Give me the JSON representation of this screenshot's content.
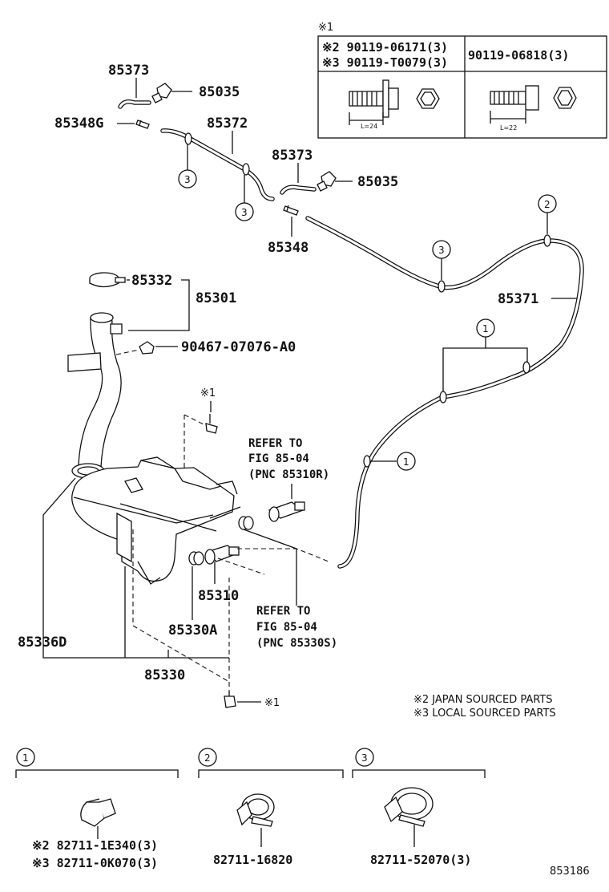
{
  "parts": {
    "p85373_top": "85373",
    "p85035_top": "85035",
    "p85348G": "85348G",
    "p85372": "85372",
    "p85373_mid": "85373",
    "p85035_mid": "85035",
    "p85348": "85348",
    "p85332": "85332",
    "p85301": "85301",
    "p85371": "85371",
    "p90467": "90467-07076-A0",
    "p85310": "85310",
    "p85330A": "85330A",
    "p85336D": "85336D",
    "p85330": "85330"
  },
  "refs": {
    "r1_line1": "REFER TO",
    "r1_line2": "FIG 85-04",
    "r1_line3": "(PNC 85310R)",
    "r2_line1": "REFER TO",
    "r2_line2": "FIG 85-04",
    "r2_line3": "(PNC 85330S)"
  },
  "bolt_table": {
    "marker": "※1",
    "row1_a": "※2 90119-06171(3)",
    "row1_b": "※3 90119-T0079(3)",
    "col2": "90119-06818(3)",
    "len1": "L=24",
    "len2": "L=22"
  },
  "callouts": {
    "c1": "1",
    "c2": "2",
    "c3": "3",
    "star1": "※1"
  },
  "notes": {
    "n2": "※2 JAPAN SOURCED PARTS",
    "n3": "※3 LOCAL SOURCED PARTS"
  },
  "clips": {
    "c1_a": "※2 82711-1E340(3)",
    "c1_b": "※3 82711-0K070(3)",
    "c2": "82711-16820",
    "c3": "82711-52070(3)"
  },
  "figure_id": "853186"
}
